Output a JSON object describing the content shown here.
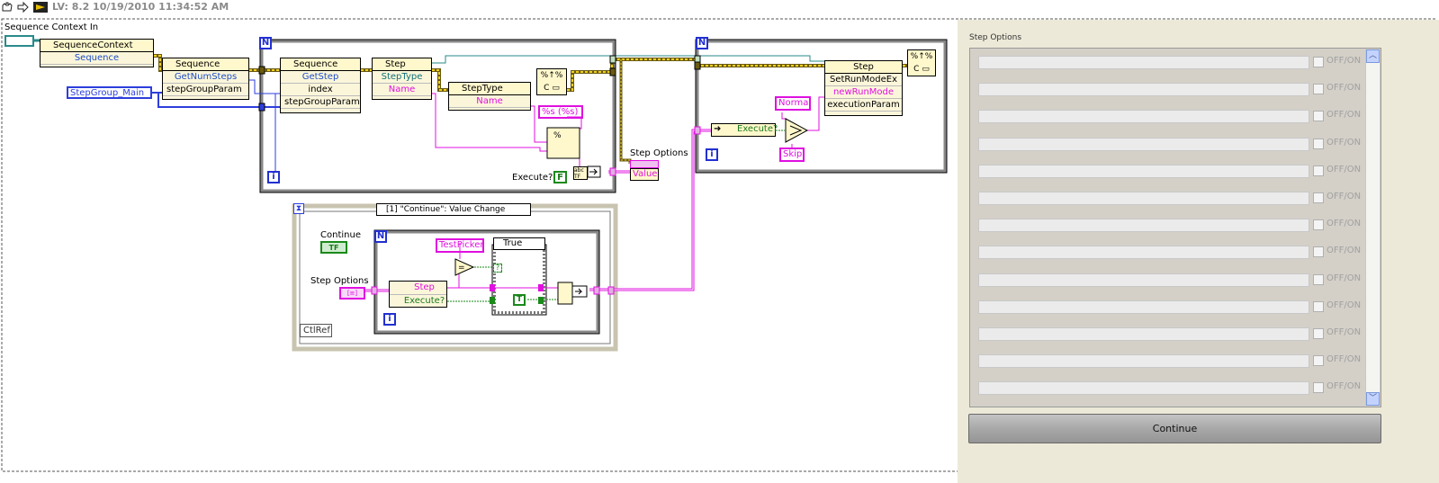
{
  "titlebar": {
    "title": "LV: 8.2 10/19/2010 11:34:52 AM"
  },
  "block_diagram": {
    "sequence_context_in_label": "Sequence Context In",
    "nodes": {
      "seqctx": {
        "header": "SequenceContext",
        "props": [
          "Sequence"
        ]
      },
      "seq1": {
        "header": "Sequence",
        "props": [
          "GetNumSteps",
          "stepGroupParam"
        ]
      },
      "seq2": {
        "header": "Sequence",
        "props": [
          "GetStep",
          "index",
          "stepGroupParam"
        ]
      },
      "step1": {
        "header": "Step",
        "props": [
          "StepType",
          "Name"
        ]
      },
      "steptype": {
        "header": "StepType",
        "props": [
          "Name"
        ]
      },
      "step2": {
        "header": "Step",
        "props": [
          "SetRunModeEx",
          "newRunMode",
          "executionParam"
        ]
      },
      "loop_step": {
        "props": [
          "Step",
          "Execute?"
        ]
      }
    },
    "step_group_enum": "StepGroup_Main",
    "format_string": "%s (%s)",
    "execute_label": "Execute?",
    "false_const": "F",
    "true_const": "T",
    "step_options_label": "Step Options",
    "value_label": "Value",
    "execute_unbundle": "Execute?",
    "normal_const": "Normal",
    "skip_const": "Skip",
    "event_case_selector": "[1] \"Continue\": Value Change",
    "continue_label": "Continue",
    "step_options_label2": "Step Options",
    "testpicker": "TestPicker",
    "case_selector": "True",
    "ctlref": "CtlRef",
    "loop_n": "N",
    "loop_i": "i",
    "tf": "TF"
  },
  "front_panel": {
    "label": "Step Options",
    "checkbox_label": "OFF/ON",
    "rows": 13,
    "button_label": "Continue"
  }
}
